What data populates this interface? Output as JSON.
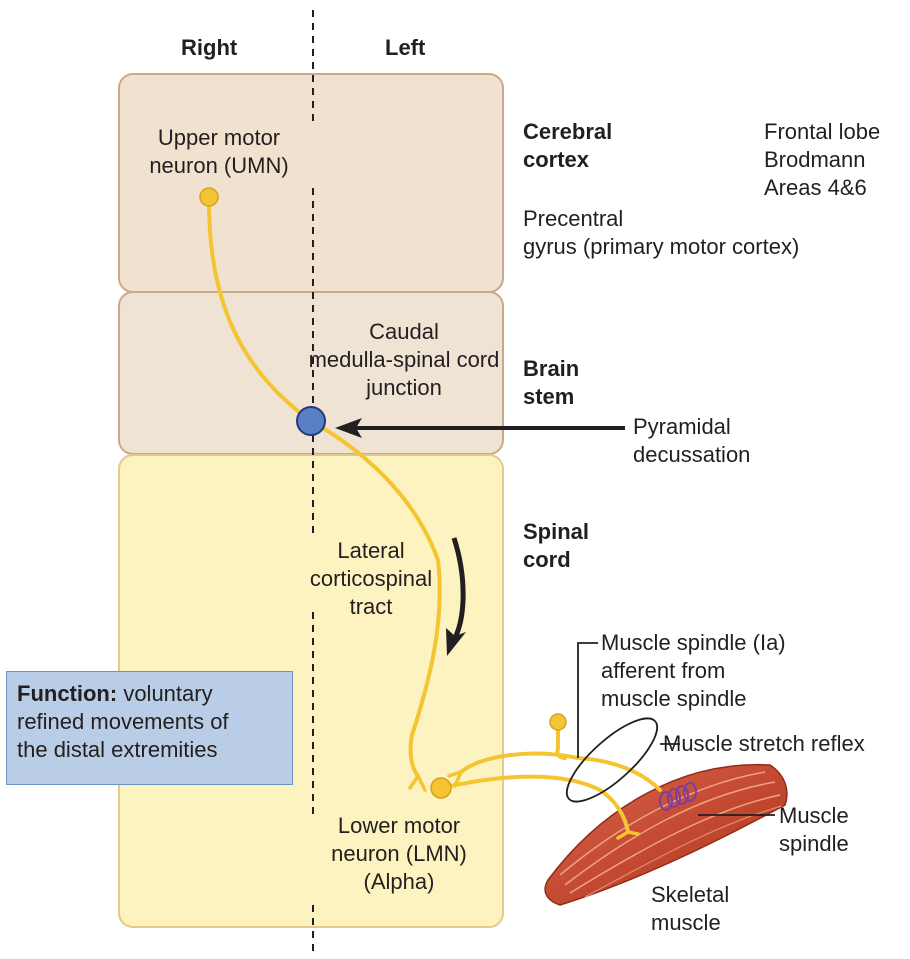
{
  "headers": {
    "right": "Right",
    "left": "Left"
  },
  "regions": {
    "cortex": {
      "line1": "Cerebral",
      "line2": "cortex"
    },
    "brainstem": {
      "line1": "Brain",
      "line2": "stem"
    },
    "spinal": {
      "line1": "Spinal",
      "line2": "cord"
    }
  },
  "labels": {
    "umn": {
      "line1": "Upper motor",
      "line2": "neuron (UMN)"
    },
    "frontal": {
      "line1": "Frontal lobe",
      "line2": "Brodmann",
      "line3": "Areas 4&6"
    },
    "precentral": {
      "line1": "Precentral",
      "line2": "gyrus (primary motor cortex)"
    },
    "caudal": {
      "line1": "Caudal",
      "line2": "medulla-spinal cord",
      "line3": "junction"
    },
    "pyramidal": {
      "line1": "Pyramidal",
      "line2": "decussation"
    },
    "tract": {
      "line1": "Lateral",
      "line2": "corticospinal",
      "line3": "tract"
    },
    "spindle_afferent": {
      "line1": "Muscle spindle (Ia)",
      "line2": "afferent from",
      "line3": "muscle spindle"
    },
    "stretch_reflex": "Muscle stretch reflex",
    "muscle_spindle": {
      "line1": "Muscle",
      "line2": "spindle"
    },
    "lmn": {
      "line1": "Lower motor",
      "line2": "neuron (LMN)",
      "line3": "(Alpha)"
    },
    "skeletal": {
      "line1": "Skeletal",
      "line2": "muscle"
    }
  },
  "function_box": {
    "title": "Function:",
    "text1": " voluntary",
    "text2": "refined movements of",
    "text3": "the distal extremities"
  },
  "colors": {
    "cortex_fill": "#f1e2cf",
    "brainstem_fill": "#efe3d4",
    "spinal_fill": "#fdf3c0",
    "panel_border": "#c9a98a",
    "spinal_border": "#e3c98a",
    "neuron": "#f5c431",
    "neuron_edge": "#d9a11a",
    "decussation": "#5b7fc4",
    "muscle": "#c84b32",
    "function_box": "#b9cde6"
  }
}
